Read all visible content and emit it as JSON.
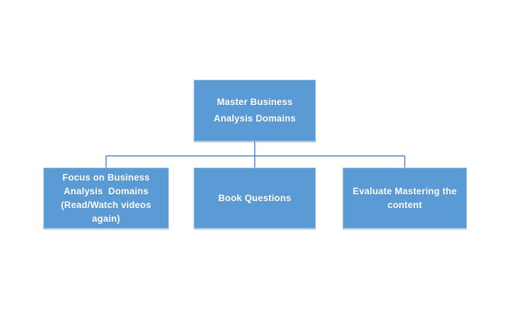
{
  "diagram": {
    "type": "org-chart-flow",
    "background_color": "#ffffff",
    "node_fill_color": "#5b9bd5",
    "node_text_color": "#ffffff",
    "connector_color": "#4f81bd",
    "root": {
      "label": "Master Business\nAnalysis Domains"
    },
    "children": [
      {
        "label": "Focus on Business\nAnalysis  Domains\n(Read/Watch videos\nagain)"
      },
      {
        "label": "Book Questions"
      },
      {
        "label": "Evaluate Mastering the\ncontent"
      }
    ]
  }
}
